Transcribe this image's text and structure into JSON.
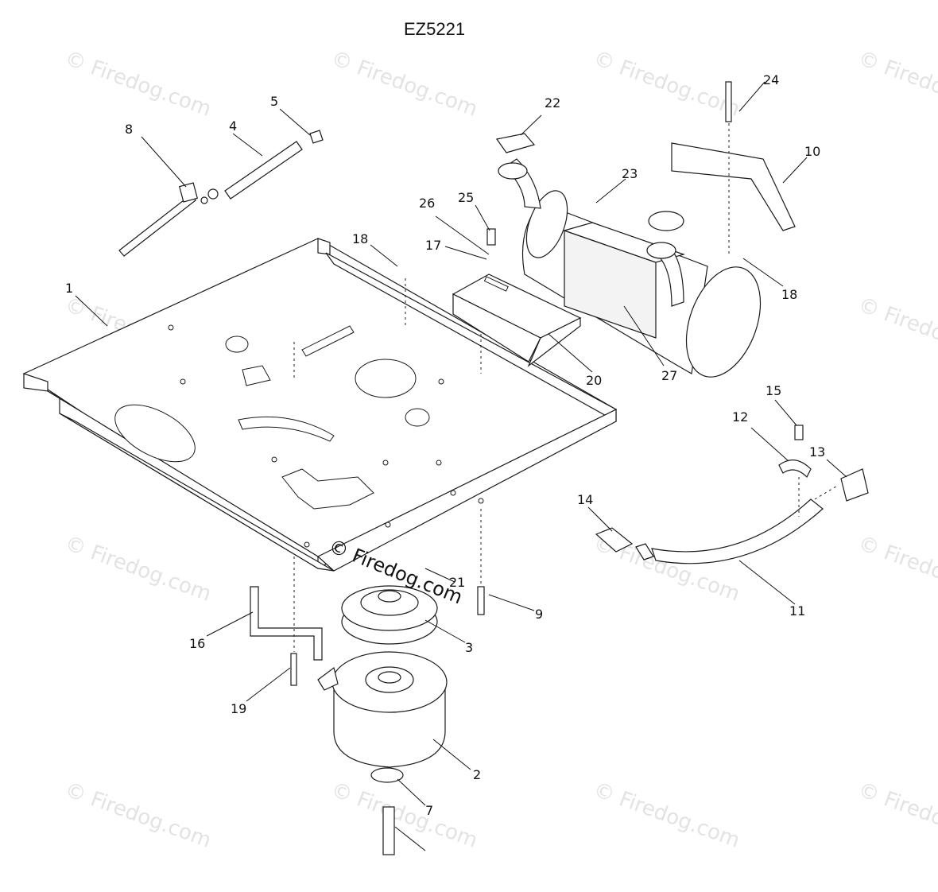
{
  "diagram": {
    "title": "EZ5221",
    "watermark_text": "© Firedog.com",
    "center_watermark_text": "© Firedog.com",
    "callouts": [
      {
        "id": "c1",
        "label": "1"
      },
      {
        "id": "c2",
        "label": "2"
      },
      {
        "id": "c3",
        "label": "3"
      },
      {
        "id": "c4",
        "label": "4"
      },
      {
        "id": "c5",
        "label": "5"
      },
      {
        "id": "c7",
        "label": "7"
      },
      {
        "id": "c8",
        "label": "8"
      },
      {
        "id": "c9",
        "label": "9"
      },
      {
        "id": "c10",
        "label": "10"
      },
      {
        "id": "c11",
        "label": "11"
      },
      {
        "id": "c12",
        "label": "12"
      },
      {
        "id": "c13",
        "label": "13"
      },
      {
        "id": "c14",
        "label": "14"
      },
      {
        "id": "c15",
        "label": "15"
      },
      {
        "id": "c16",
        "label": "16"
      },
      {
        "id": "c17",
        "label": "17"
      },
      {
        "id": "c18a",
        "label": "18"
      },
      {
        "id": "c18b",
        "label": "18"
      },
      {
        "id": "c19",
        "label": "19"
      },
      {
        "id": "c20",
        "label": "20"
      },
      {
        "id": "c21",
        "label": "21"
      },
      {
        "id": "c22",
        "label": "22"
      },
      {
        "id": "c23",
        "label": "23"
      },
      {
        "id": "c24",
        "label": "24"
      },
      {
        "id": "c25",
        "label": "25"
      },
      {
        "id": "c26",
        "label": "26"
      },
      {
        "id": "c27",
        "label": "27"
      }
    ]
  }
}
